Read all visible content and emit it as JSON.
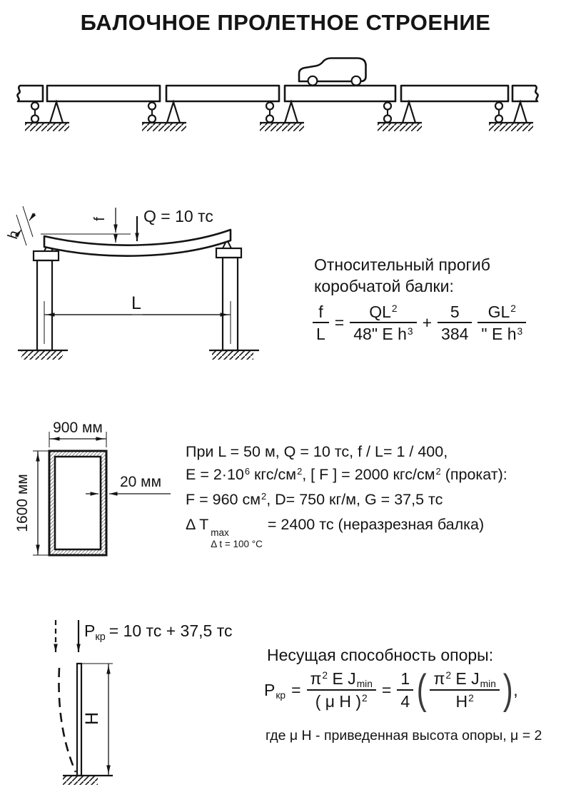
{
  "title": "БАЛОЧНОЕ ПРОЛЕТНОЕ СТРОЕНИЕ",
  "colors": {
    "ink": "#141414",
    "paper": "#ffffff",
    "hatch_wall": "#8a8a8a"
  },
  "deflection": {
    "load_label": "Q = 10 тс",
    "f_label": "f",
    "h_label": "h",
    "span_label": "L",
    "caption_line1": "Относительный прогиб",
    "caption_line2": "коробчатой балки:",
    "formula": {
      "lhs_num": "f",
      "lhs_den": "L",
      "eq": "=",
      "t1_num_base": "QL",
      "t1_num_sup": "2",
      "t1_den_base": "48\" E h",
      "t1_den_sup": "3",
      "plus": "+",
      "t2_num": "5",
      "t2_den": "384",
      "t3_num_base": "GL",
      "t3_num_sup": "2",
      "t3_den_base": "\" E h",
      "t3_den_sup": "3"
    }
  },
  "section": {
    "width_label": "900 мм",
    "height_label": "1600 мм",
    "thickness_label": "20 мм",
    "params": {
      "line1": "При L = 50 м, Q = 10 тс, f / L= 1 / 400,",
      "line2_p1": "E = 2·10",
      "line2_s1": "6",
      "line2_p2": " кгс/см",
      "line2_s2": "2",
      "line2_p3": ", [ F ] = 2000 кгс/см",
      "line2_s3": "2",
      "line2_p4": " (прокат):",
      "line3_p1": "F = 960 см",
      "line3_s1": "2",
      "line3_p2": ", D= 750 кг/м, G = 37,5 тс",
      "line4_p1": "Δ T",
      "line4_sup": "max",
      "line4_sub": "Δ t = 100 °C",
      "line4_p2": "= 2400 тс (неразрезная балка)"
    }
  },
  "support": {
    "load_p": "P",
    "load_sub": "кр",
    "load_rest": "= 10 тс + 37,5 тс",
    "height_label": "H",
    "caption": "Несущая способность опоры:",
    "formula": {
      "lhs_base": "P",
      "lhs_sub": "кр",
      "eq1": "=",
      "f1_num_p1": "π",
      "f1_num_s1": "2",
      "f1_num_p2": " E J",
      "f1_num_sub": "min",
      "f1_den_p1": "( μ H )",
      "f1_den_s1": "2",
      "eq2": "=",
      "f2_num": "1",
      "f2_den": "4",
      "paren_open": "(",
      "f3_num_p1": "π",
      "f3_num_s1": "2",
      "f3_num_p2": " E J",
      "f3_num_sub": "min",
      "f3_den_p1": "H",
      "f3_den_s1": "2",
      "paren_close": ")",
      "comma": ","
    },
    "footnote": "где  μ H - приведенная высота опоры,  μ  = 2"
  }
}
